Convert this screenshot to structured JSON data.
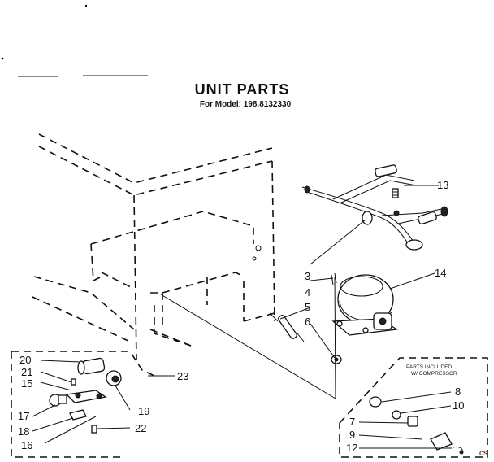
{
  "header": {
    "title": "UNIT PARTS",
    "subtitle": "For Model: 198.8132330"
  },
  "inset_note": {
    "line1": "PARTS INCLUDED",
    "line2": "W/ COMPRESSOR"
  },
  "stamp": "cs",
  "callouts": {
    "c3": "3",
    "c4": "4",
    "c5": "5",
    "c6": "6",
    "c13": "13",
    "c14": "14",
    "c20": "20",
    "c21": "21",
    "c15": "15",
    "c17": "17",
    "c18": "18",
    "c16": "16",
    "c19": "19",
    "c22": "22",
    "c23": "23",
    "c8": "8",
    "c10": "10",
    "c7": "7",
    "c9": "9",
    "c12": "12"
  }
}
